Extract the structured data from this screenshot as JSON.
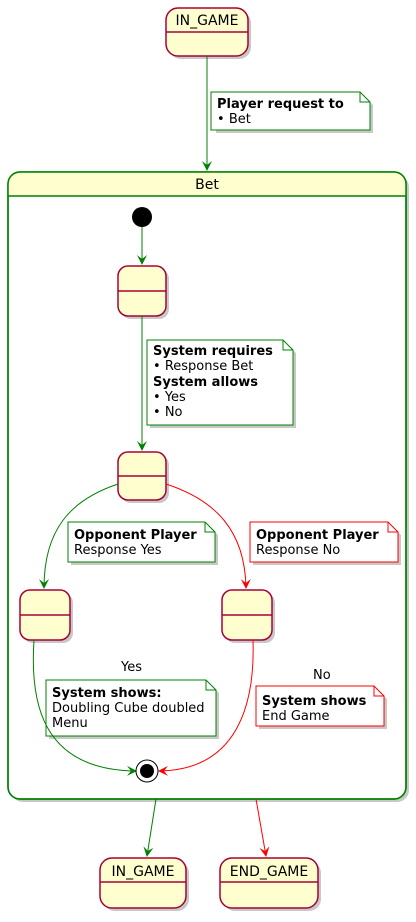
{
  "states": {
    "top_in_game": "IN_GAME",
    "composite": "Bet",
    "bottom_in_game": "IN_GAME",
    "end_game": "END_GAME"
  },
  "notes": {
    "player_request": {
      "heading": "Player request to",
      "items": [
        "Bet"
      ]
    },
    "system_requires": {
      "heading": "System requires",
      "items": [
        "Response Bet"
      ],
      "heading2": "System allows",
      "items2": [
        "Yes",
        "No"
      ]
    },
    "opponent_yes": {
      "heading": "Opponent Player",
      "line": "Response Yes"
    },
    "opponent_no": {
      "heading": "Opponent Player",
      "line": "Response No"
    },
    "system_shows_yes": {
      "heading": "System shows:",
      "lines": [
        "Doubling Cube doubled",
        "Menu"
      ]
    },
    "system_shows_no": {
      "heading": "System shows",
      "lines": [
        "End Game"
      ]
    }
  },
  "transition_labels": {
    "yes": "Yes",
    "no": "No"
  },
  "colors": {
    "state_fill": "#FEFECE",
    "state_border": "#A80036",
    "green": "#008000",
    "red": "#FF0000",
    "note_fill": "#FFFFFF",
    "shadow": "#C8C8C8"
  }
}
